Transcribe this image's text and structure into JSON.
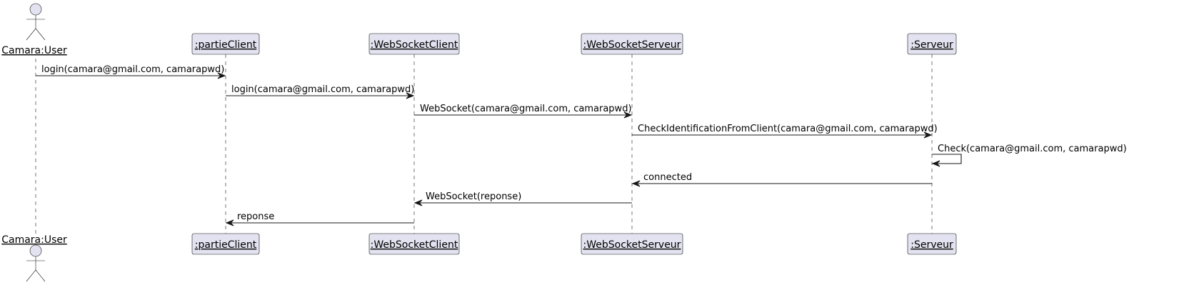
{
  "participants": [
    {
      "id": "user",
      "kind": "actor",
      "label": "Camara:User"
    },
    {
      "id": "partieClient",
      "kind": "participant",
      "label": ":partieClient"
    },
    {
      "id": "wsClient",
      "kind": "participant",
      "label": ":WebSocketClient"
    },
    {
      "id": "wsServeur",
      "kind": "participant",
      "label": ":WebSocketServeur"
    },
    {
      "id": "serveur",
      "kind": "participant",
      "label": ":Serveur"
    }
  ],
  "messages": [
    {
      "from": "user",
      "to": "partieClient",
      "label": "login(camara@gmail.com, camarapwd)"
    },
    {
      "from": "partieClient",
      "to": "wsClient",
      "label": "login(camara@gmail.com, camarapwd)"
    },
    {
      "from": "wsClient",
      "to": "wsServeur",
      "label": "WebSocket(camara@gmail.com, camarapwd)"
    },
    {
      "from": "wsServeur",
      "to": "serveur",
      "label": "CheckIdentificationFromClient(camara@gmail.com, camarapwd)"
    },
    {
      "from": "serveur",
      "to": "serveur",
      "label": "Check(camara@gmail.com, camarapwd)"
    },
    {
      "from": "serveur",
      "to": "wsServeur",
      "label": "connected"
    },
    {
      "from": "wsServeur",
      "to": "wsClient",
      "label": "WebSocket(reponse)"
    },
    {
      "from": "wsClient",
      "to": "partieClient",
      "label": "reponse"
    }
  ],
  "colors": {
    "participant_fill": "#e2e2f0",
    "line": "#181818",
    "text": "#000000"
  }
}
